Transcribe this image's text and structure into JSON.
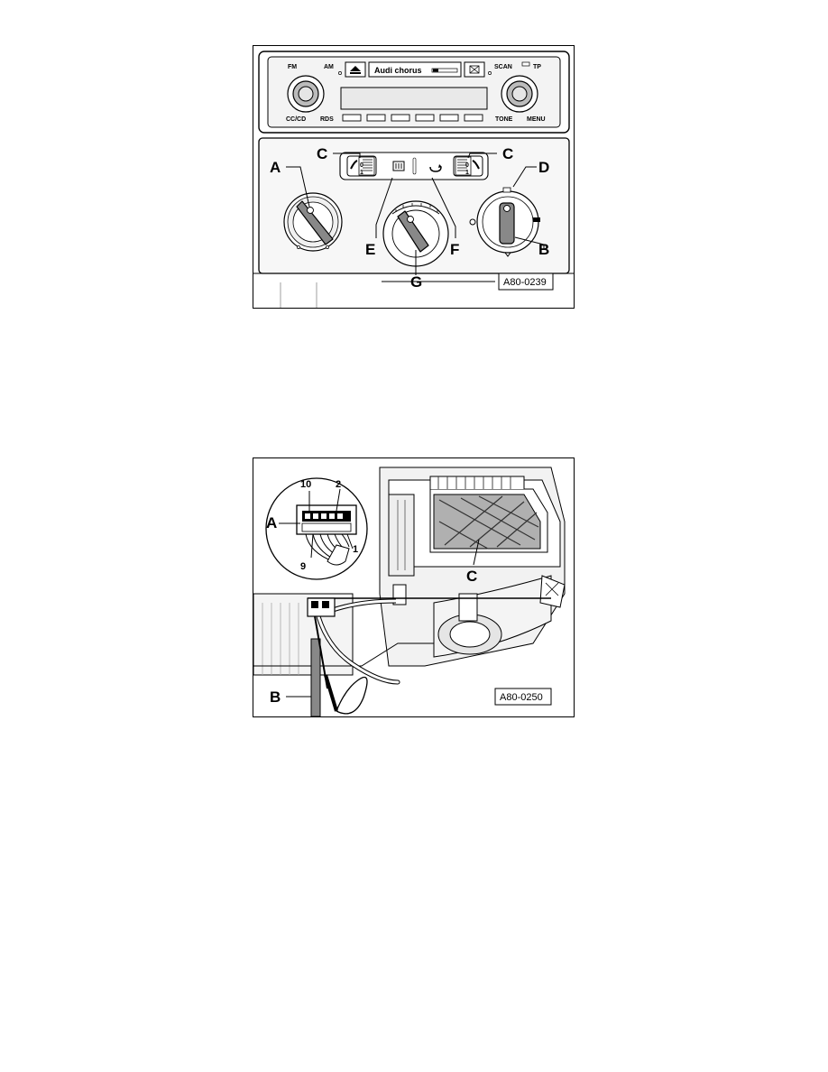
{
  "figure1": {
    "radio": {
      "fm": "FM",
      "am": "AM",
      "brand": "Audi chorus",
      "scan": "SCAN",
      "tp": "TP",
      "cc_cd": "CC/CD",
      "rds": "RDS",
      "tone": "TONE",
      "menu": "MENU"
    },
    "scale": {
      "zero": "0",
      "one": "1"
    },
    "callouts": {
      "a": "A",
      "b": "B",
      "c_left": "C",
      "c_right": "C",
      "d": "D",
      "e": "E",
      "f": "F",
      "g": "G"
    },
    "code": "A80-0239"
  },
  "figure2": {
    "callouts": {
      "a": "A",
      "b": "B",
      "c": "C"
    },
    "pins": {
      "p10": "10",
      "p2": "2",
      "p9": "9",
      "p1": "1"
    },
    "code": "A80-0250"
  }
}
